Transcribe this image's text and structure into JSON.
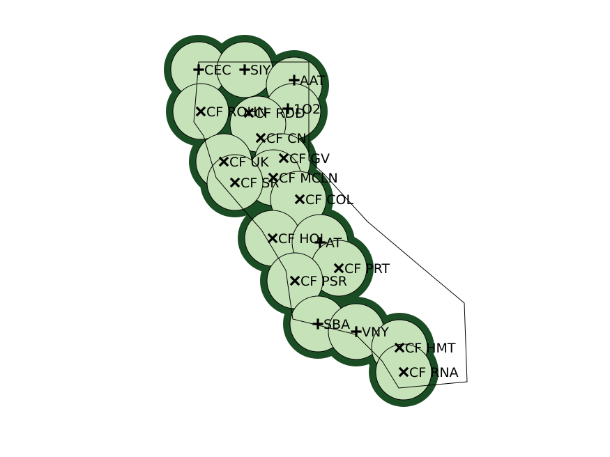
{
  "map": {
    "colors": {
      "ring_outer": "#1b4d24",
      "ring_inner": "#c6e2b8",
      "stroke": "#000000",
      "background": "#ffffff"
    },
    "stations": [
      {
        "id": "cec",
        "label": "CEC",
        "marker": "plus"
      },
      {
        "id": "siy",
        "label": "SIY",
        "marker": "plus"
      },
      {
        "id": "aat",
        "label": "AAT",
        "marker": "plus"
      },
      {
        "id": "o2",
        "label": "1O2",
        "marker": "plus"
      },
      {
        "id": "rohn",
        "label": "CF ROHN",
        "marker": "cross"
      },
      {
        "id": "rdd",
        "label": "CF RDD",
        "marker": "cross"
      },
      {
        "id": "cn",
        "label": "CF CN",
        "marker": "cross"
      },
      {
        "id": "uk",
        "label": "CF UK",
        "marker": "cross"
      },
      {
        "id": "gv",
        "label": "CF GV",
        "marker": "cross"
      },
      {
        "id": "mcln",
        "label": "CF MCLN",
        "marker": "cross"
      },
      {
        "id": "sr",
        "label": "CF SR",
        "marker": "cross"
      },
      {
        "id": "col",
        "label": "CF COL",
        "marker": "cross"
      },
      {
        "id": "hol",
        "label": "CF HOL",
        "marker": "cross"
      },
      {
        "id": "at",
        "label": "AT",
        "marker": "plus"
      },
      {
        "id": "prt",
        "label": "CF PRT",
        "marker": "cross"
      },
      {
        "id": "psr",
        "label": "CF PSR",
        "marker": "cross"
      },
      {
        "id": "sba",
        "label": "SBA",
        "marker": "plus"
      },
      {
        "id": "vny",
        "label": "VNY",
        "marker": "plus"
      },
      {
        "id": "hmt",
        "label": "CF HMT",
        "marker": "cross"
      },
      {
        "id": "rna",
        "label": "CF RNA",
        "marker": "cross"
      }
    ]
  }
}
